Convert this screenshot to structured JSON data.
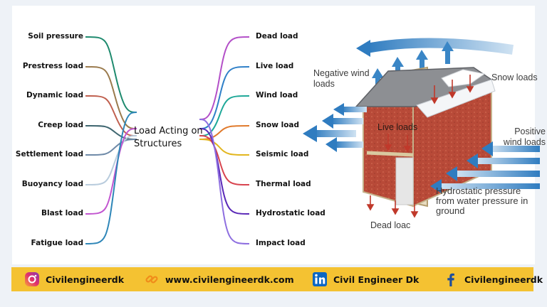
{
  "title": "Load Acting on Structures",
  "left_loads": [
    "Soil pressure",
    "Prestress load",
    "Dynamic load",
    "Creep load",
    "Settlement load",
    "Buoyancy load",
    "Blast load",
    "Fatigue load"
  ],
  "right_loads": [
    "Dead load",
    "Live load",
    "Wind load",
    "Snow load",
    "Seismic load",
    "Thermal load",
    "Hydrostatic load",
    "Impact load"
  ],
  "left_colors": [
    "#1e8a6e",
    "#9a7a4c",
    "#c0604f",
    "#3f6670",
    "#6f8aa8",
    "#b9ccdd",
    "#c255d0",
    "#2e86b8"
  ],
  "right_colors": [
    "#b34fc8",
    "#2f80c8",
    "#1ea898",
    "#e07a2c",
    "#e2b61e",
    "#d8444f",
    "#5b2ab8",
    "#8e6fe0"
  ],
  "house_labels": {
    "negative_wind": "Negative wind loads",
    "snow": "Snow loads",
    "live": "Live loads",
    "positive_wind": "Positive wind loads",
    "hydrostatic": "Hydrostatic pressure from water pressure in ground",
    "dead": "Dead loac"
  },
  "footer": {
    "instagram": "Civilengineerdk",
    "website": "www.civilengineerdk.com",
    "linkedin": "Civil Engineer Dk",
    "facebook": "Civilengineerdk"
  },
  "icons": [
    "instagram-icon",
    "link-icon",
    "linkedin-icon",
    "facebook-icon"
  ]
}
